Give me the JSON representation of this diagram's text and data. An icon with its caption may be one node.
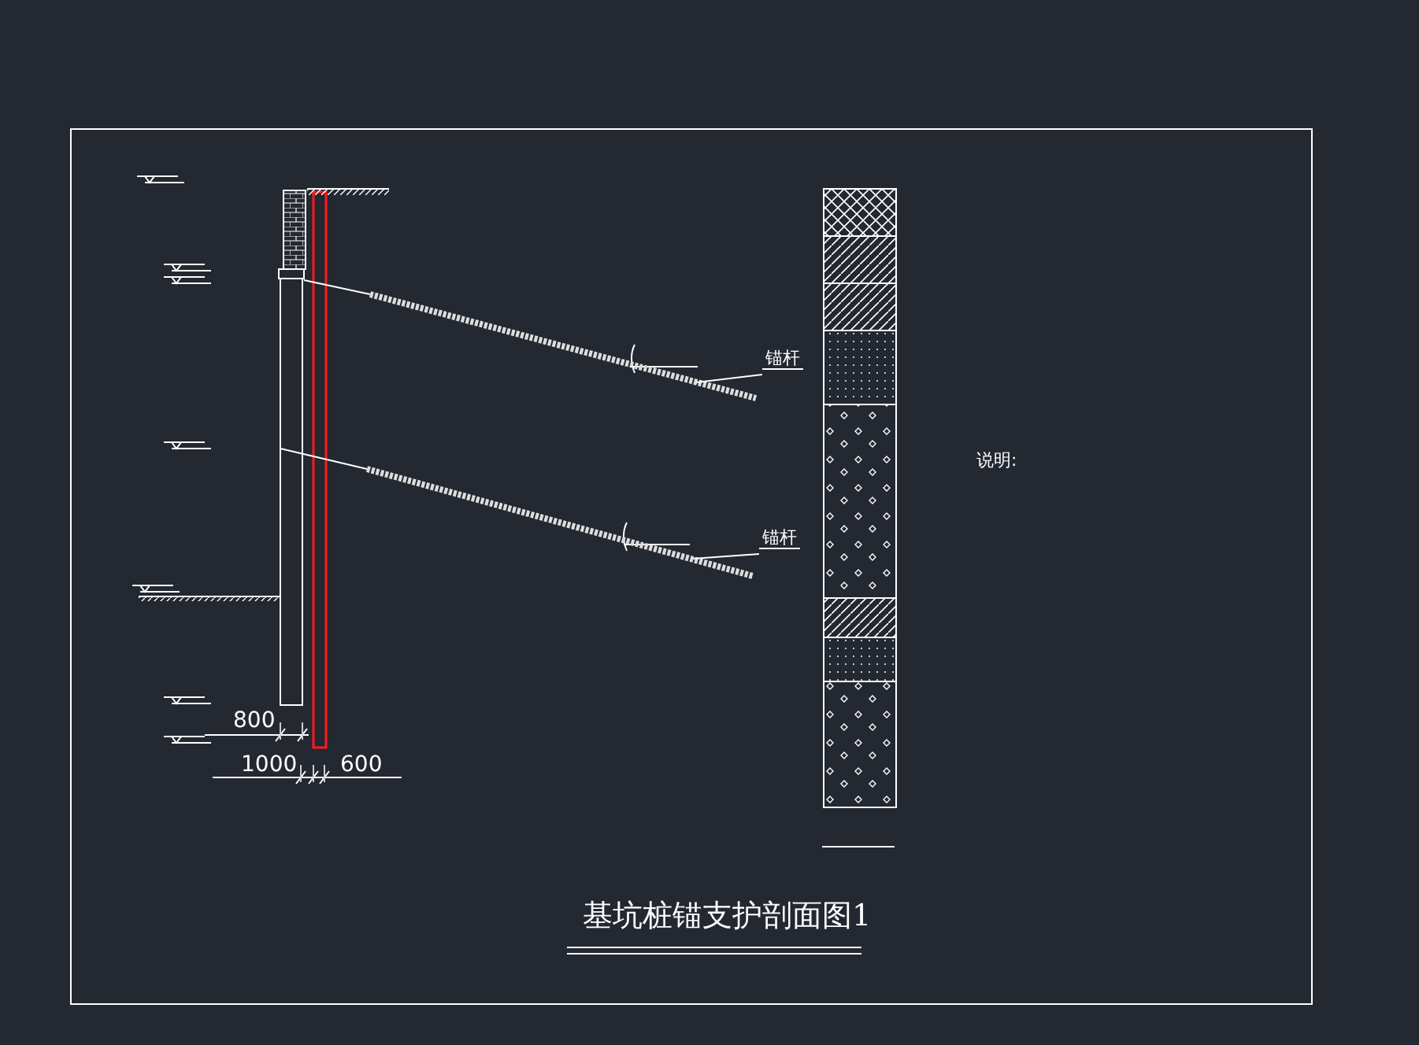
{
  "diagram": {
    "title": "基坑桩锚支护剖面图1",
    "nodes": [
      {
        "text": [
          "锚杆"
        ]
      },
      {
        "text": [],
        "shape": "bar"
      },
      {
        "text": [
          "锚杆"
        ]
      },
      {
        "text": [],
        "shape": "bar"
      }
    ],
    "edges": [
      {
        "from": 0,
        "to": 1,
        "arrow": "none"
      },
      {
        "from": 2,
        "to": 3,
        "arrow": "none"
      }
    ],
    "labels": [
      "800",
      "1000",
      "600",
      "说明:"
    ]
  }
}
